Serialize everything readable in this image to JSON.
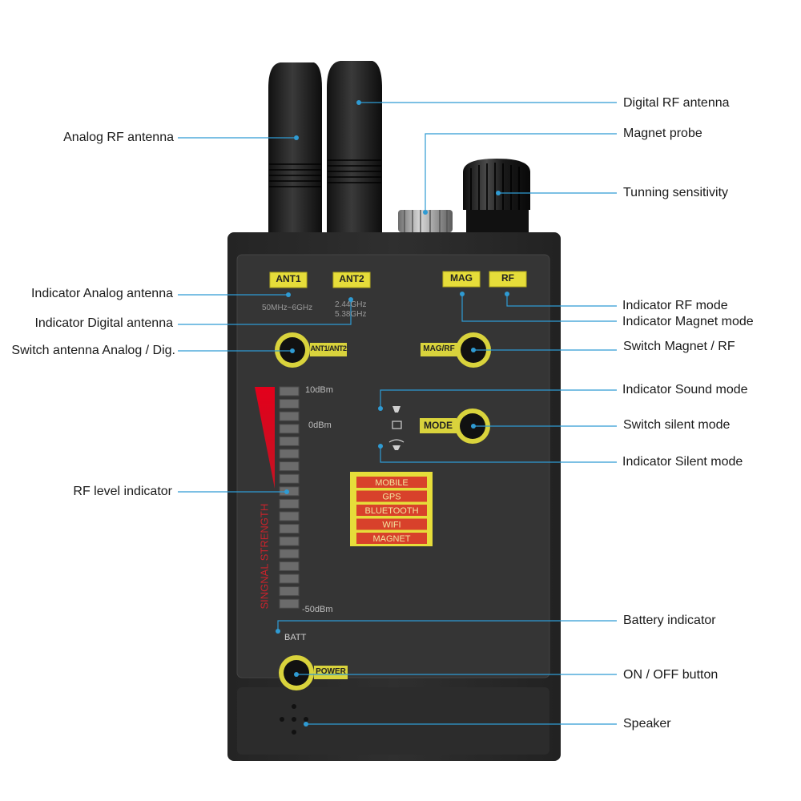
{
  "callouts": {
    "analog_rf_antenna": "Analog RF antenna",
    "digital_rf_antenna": "Digital RF antenna",
    "magnet_probe": "Magnet probe",
    "tuning_sensitivity": "Tunning sensitivity",
    "indicator_analog_antenna": "Indicator Analog antenna",
    "indicator_digital_antenna": "Indicator Digital antenna",
    "switch_antenna": "Switch antenna Analog / Dig.",
    "indicator_rf_mode": "Indicator RF mode",
    "indicator_magnet_mode": "Indicator Magnet mode",
    "switch_magnet_rf": "Switch Magnet / RF",
    "indicator_sound_mode": "Indicator Sound mode",
    "switch_silent_mode": "Switch silent mode",
    "indicator_silent_mode": "Indicator Silent mode",
    "rf_level_indicator": "RF level indicator",
    "battery_indicator": "Battery indicator",
    "on_off_button": "ON / OFF button",
    "speaker": "Speaker"
  },
  "device": {
    "ant1_label": "ANT1",
    "ant2_label": "ANT2",
    "mag_label": "MAG",
    "rf_label": "RF",
    "ant1_freq": "50MHz~6GHz",
    "ant2_freq_1": "2.44GHz",
    "ant2_freq_2": "5.38GHz",
    "ant_switch_label": "ANT1/ANT2",
    "magrf_switch_label": "MAG/RF",
    "mode_button_label": "MODE",
    "power_button_label": "POWER",
    "scale_top": "10dBm",
    "scale_mid": "0dBm",
    "scale_bottom": "-50dBm",
    "signal_strength_label": "SINGNAL STRENGTH",
    "batt_label": "BATT",
    "signal_list": [
      "MOBILE",
      "GPS",
      "BLUETOOTH",
      "WIFI",
      "MAGNET"
    ]
  },
  "colors": {
    "callout_line": "#2f9bd3",
    "plate_yellow": "#e6dd3a",
    "list_red": "#d8412b",
    "body": "#2b2b2b"
  }
}
